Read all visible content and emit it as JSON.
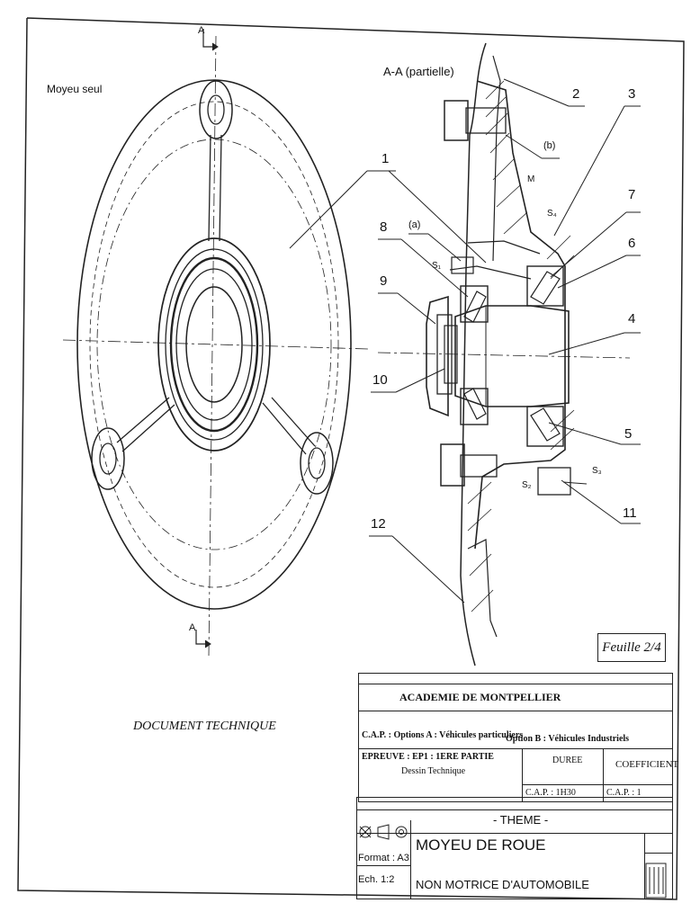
{
  "view_left": {
    "title": "Moyeu seul",
    "section_mark": "A"
  },
  "view_right": {
    "title": "A-A (partielle)"
  },
  "callouts": [
    "1",
    "2",
    "3",
    "4",
    "5",
    "6",
    "7",
    "8",
    "9",
    "10",
    "11",
    "12"
  ],
  "annotations": {
    "b": "(b)",
    "a": "(a)",
    "m": "M",
    "s1": "S₁",
    "s2": "S₂",
    "s3": "S₃",
    "s4": "S₄"
  },
  "sheet": "Feuille 2/4",
  "document_label": "DOCUMENT TECHNIQUE",
  "title_block": {
    "academy": "ACADEMIE DE MONTPELLIER",
    "cap_options": "C.A.P. : Options A : Véhicules particuliers",
    "option_b": "Option B : Véhicules Industriels",
    "epreuve": "EPREUVE : EP1 : 1ERE PARTIE",
    "epreuve_sub": "Dessin Technique",
    "duree_label": "DUREE",
    "duree_value": "C.A.P. : 1H30",
    "coef_label": "COEFFICIENT",
    "coef_value": "C.A.P. : 1",
    "theme": "- THEME -",
    "title1": "MOYEU DE ROUE",
    "title2": "NON MOTRICE D'AUTOMOBILE",
    "format": "Format : A3",
    "scale": "Ech. 1:2"
  }
}
